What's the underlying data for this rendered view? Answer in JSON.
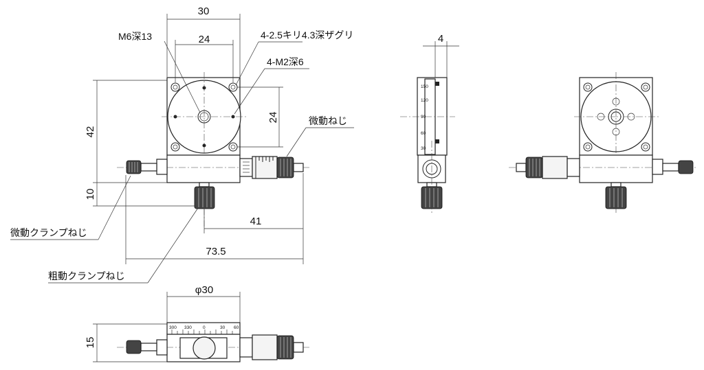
{
  "dimensions": {
    "width_30": "30",
    "width_24": "24",
    "height_24": "24",
    "height_42": "42",
    "height_10": "10",
    "length_41": "41",
    "length_73_5": "73.5",
    "side_4": "4",
    "diameter_30": "φ30",
    "height_15": "15"
  },
  "callouts": {
    "m6_hole": "M6深13",
    "counterbore": "4-2.5キリ4.3深ザグリ",
    "m2_hole": "4-M2深6",
    "fine_screw": "微動ねじ",
    "fine_clamp": "微動クランプねじ",
    "coarse_clamp": "粗動クランプねじ"
  },
  "scales": {
    "bottom": [
      "300",
      "330",
      "0",
      "30",
      "60"
    ],
    "side": [
      "150",
      "120",
      "90",
      "60",
      "30"
    ]
  }
}
